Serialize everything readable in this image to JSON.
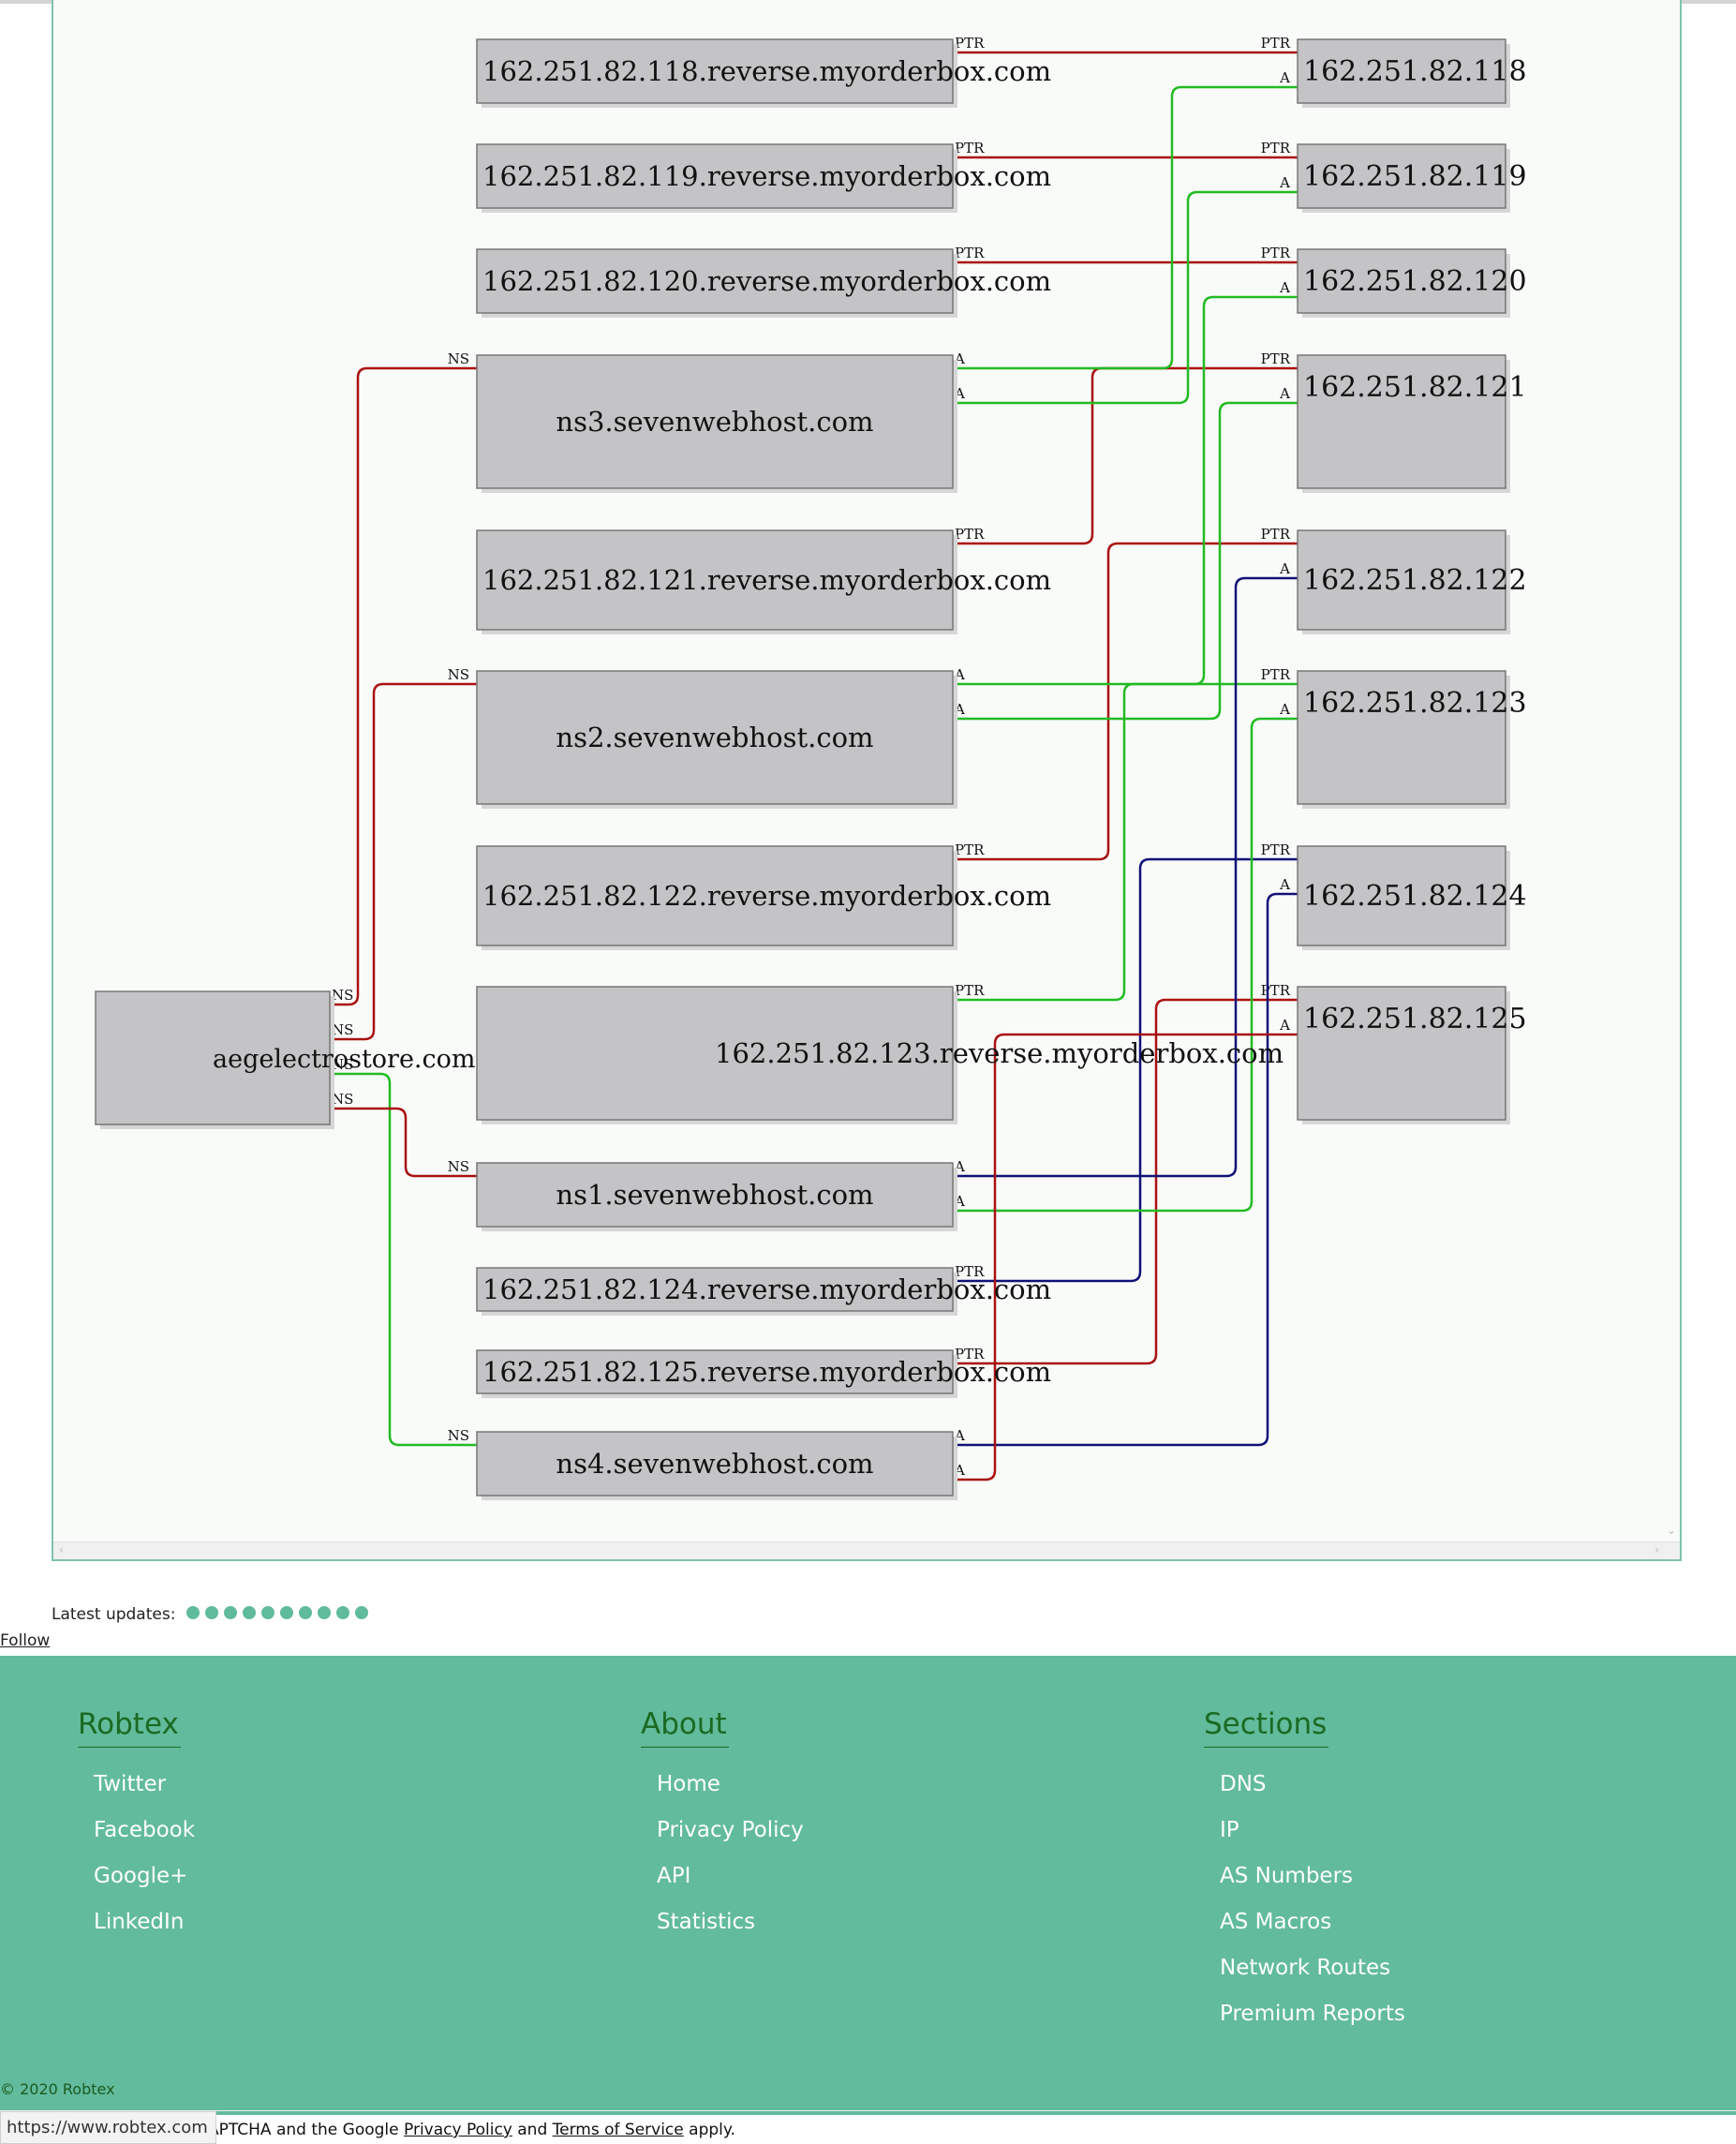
{
  "graph": {
    "domain": "aegelectrostore.com",
    "nodes": [
      {
        "id": "r118",
        "label": "162.251.82.118.reverse.myorderbox.com"
      },
      {
        "id": "r119",
        "label": "162.251.82.119.reverse.myorderbox.com"
      },
      {
        "id": "r120",
        "label": "162.251.82.120.reverse.myorderbox.com"
      },
      {
        "id": "ns3",
        "label": "ns3.sevenwebhost.com"
      },
      {
        "id": "r121",
        "label": "162.251.82.121.reverse.myorderbox.com"
      },
      {
        "id": "ns2",
        "label": "ns2.sevenwebhost.com"
      },
      {
        "id": "r122",
        "label": "162.251.82.122.reverse.myorderbox.com"
      },
      {
        "id": "r123",
        "label": "162.251.82.123.reverse.myorderbox.com"
      },
      {
        "id": "ns1",
        "label": "ns1.sevenwebhost.com"
      },
      {
        "id": "r124",
        "label": "162.251.82.124.reverse.myorderbox.com"
      },
      {
        "id": "r125",
        "label": "162.251.82.125.reverse.myorderbox.com"
      },
      {
        "id": "ns4",
        "label": "ns4.sevenwebhost.com"
      },
      {
        "id": "ip118",
        "label": "162.251.82.118"
      },
      {
        "id": "ip119",
        "label": "162.251.82.119"
      },
      {
        "id": "ip120",
        "label": "162.251.82.120"
      },
      {
        "id": "ip121",
        "label": "162.251.82.121"
      },
      {
        "id": "ip122",
        "label": "162.251.82.122"
      },
      {
        "id": "ip123",
        "label": "162.251.82.123"
      },
      {
        "id": "ip124",
        "label": "162.251.82.124"
      },
      {
        "id": "ip125",
        "label": "162.251.82.125"
      }
    ],
    "edges": [
      {
        "from": "aegelectrostore.com",
        "to": "ns3",
        "type": "NS",
        "color": "#aa1111"
      },
      {
        "from": "aegelectrostore.com",
        "to": "ns2",
        "type": "NS",
        "color": "#aa1111"
      },
      {
        "from": "aegelectrostore.com",
        "to": "ns4",
        "type": "NS",
        "color": "#22bb22"
      },
      {
        "from": "aegelectrostore.com",
        "to": "ns1",
        "type": "NS",
        "color": "#aa1111"
      },
      {
        "from": "r118",
        "to": "ip118",
        "type": "PTR",
        "color": "#aa1111"
      },
      {
        "from": "r119",
        "to": "ip119",
        "type": "PTR",
        "color": "#aa1111"
      },
      {
        "from": "r120",
        "to": "ip120",
        "type": "PTR",
        "color": "#aa1111"
      },
      {
        "from": "r121",
        "to": "ip121",
        "type": "PTR",
        "color": "#aa1111"
      },
      {
        "from": "r122",
        "to": "ip122",
        "type": "PTR",
        "color": "#aa1111"
      },
      {
        "from": "r123",
        "to": "ip123",
        "type": "PTR",
        "color": "#22bb22"
      },
      {
        "from": "r124",
        "to": "ip124",
        "type": "PTR",
        "color": "#111177"
      },
      {
        "from": "r125",
        "to": "ip125",
        "type": "PTR",
        "color": "#aa1111"
      },
      {
        "from": "ns3",
        "to": "ip118",
        "type": "A",
        "color": "#22bb22"
      },
      {
        "from": "ns3",
        "to": "ip119",
        "type": "A",
        "color": "#22bb22"
      },
      {
        "from": "ns2",
        "to": "ip120",
        "type": "A",
        "color": "#22bb22"
      },
      {
        "from": "ns2",
        "to": "ip121",
        "type": "A",
        "color": "#22bb22"
      },
      {
        "from": "ns1",
        "to": "ip122",
        "type": "A",
        "color": "#111177"
      },
      {
        "from": "ns1",
        "to": "ip123",
        "type": "A",
        "color": "#22bb22"
      },
      {
        "from": "ns4",
        "to": "ip124",
        "type": "A",
        "color": "#111177"
      },
      {
        "from": "ns4",
        "to": "ip125",
        "type": "A",
        "color": "#aa1111"
      }
    ]
  },
  "latest_updates": {
    "label": "Latest updates:"
  },
  "follow_label": "Follow",
  "footer": {
    "columns": [
      {
        "title": "Robtex",
        "items": [
          "Twitter",
          "Facebook",
          "Google+",
          "LinkedIn"
        ]
      },
      {
        "title": "About",
        "items": [
          "Home",
          "Privacy Policy",
          "API",
          "Statistics"
        ]
      },
      {
        "title": "Sections",
        "items": [
          "DNS",
          "IP",
          "AS Numbers",
          "AS Macros",
          "Network Routes",
          "Premium Reports"
        ]
      }
    ],
    "copyright": "© 2020 Robtex"
  },
  "captcha": {
    "prefix": "APTCHA and the Google ",
    "privacy": "Privacy Policy",
    "and": " and ",
    "terms": "Terms of Service",
    "suffix": " apply."
  },
  "status_url": "https://www.robtex.com"
}
